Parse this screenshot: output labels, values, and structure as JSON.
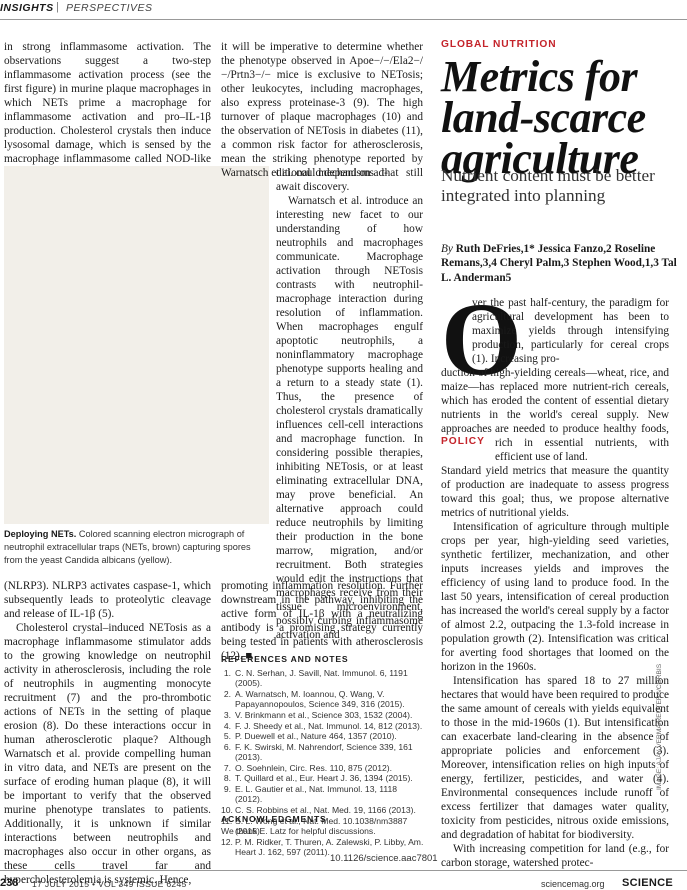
{
  "running_header": {
    "section": "INSIGHTS",
    "separator": "|",
    "subsection": "PERSPECTIVES"
  },
  "col1_top": [
    "in strong inflammasome activation. The observations suggest a two-step inflammasome activation process (see the first figure) in murine plaque macrophages in which NETs prime a macrophage for inflammasome activation and pro–IL-1β production. Cholesterol crystals then induce lysosomal damage, which is sensed by the macrophage inflammasome called NOD-like receptor family, pyrin domain containing 3"
  ],
  "col1_bottom": [
    "(NLRP3). NLRP3 activates caspase-1, which subsequently leads to proteolytic cleavage and release of IL-1β (5).",
    "Cholesterol crystal–induced NETosis as a macrophage inflammasome stimulator adds to the growing knowledge on neutrophil activity in atherosclerosis, including the role of neutrophils in augmenting monocyte recruitment (7) and the pro-thrombotic actions of NETs in the setting of plaque erosion (8). Do these interactions occur in human atherosclerotic plaque? Although Warnatsch et al. provide compelling human in vitro data, and NETs are present on the surface of eroding human plaque (8), it will be important to verify that the observed murine phenotype translates to patients. Additionally, it is unknown if similar interactions between neutrophils and macrophages also occur in other organs, as these cells travel far and hypercholesterolemia is systemic. Hence,"
  ],
  "col2_top": "it will be imperative to determine whether the phenotype observed in Apoe−/−/Ela2−/−/Prtn3−/− mice is exclusive to NETosis; other leukocytes, including macrophages, also express proteinase-3 (9). The high turnover of plaque macrophages (10) and the observation of NETosis in diabetes (11), a common risk factor for atherosclerosis, mean the striking phenotype reported by Warnatsch et al. could depend on ad-",
  "col2_mid": [
    "ditional mechanisms that still await discovery.",
    "Warnatsch et al. introduce an interesting new facet to our understanding of how neutrophils and macrophages communicate. Macrophage activation through NETosis contrasts with neutrophil-macrophage interaction during resolution of inflammation. When macrophages engulf apoptotic neutrophils, a noninflammatory macrophage phenotype supports healing and a return to a steady state (1). Thus, the presence of cholesterol crystals dramatically influences cell-cell interactions and macrophage function. In considering possible therapies, inhibiting NETosis, or at least eliminating extracellular DNA, may prove beneficial. An alternative approach could reduce neutrophils by limiting their production in the bone marrow, migration, and/or recruitment. Both strategies would edit the instructions that macrophages receive from their tissue microenvironment, possibly curbing inflammasome activation and"
  ],
  "col2_bottom": "promoting inflammation resolution. Further downstream in the pathway, inhibiting the active form of IL-1β with a neutralizing antibody is a promising strategy currently being tested in patients with atherosclerosis (12). ■",
  "figure_caption": {
    "label": "Deploying NETs.",
    "text": "Colored scanning electron micrograph of neutrophil extracellular traps (NETs, brown) capturing spores from the yeast Candida albicans (yellow)."
  },
  "references_title": "REFERENCES AND NOTES",
  "references": [
    {
      "n": "1.",
      "text": "C. N. Serhan, J. Savill, Nat. Immunol. 6, 1191 (2005)."
    },
    {
      "n": "2.",
      "text": "A. Warnatsch, M. Ioannou, Q. Wang, V. Papayannopoulos, Science 349, 316 (2015)."
    },
    {
      "n": "3.",
      "text": "V. Brinkmann et al., Science 303, 1532 (2004)."
    },
    {
      "n": "4.",
      "text": "F. J. Sheedy et al., Nat. Immunol. 14, 812 (2013)."
    },
    {
      "n": "5.",
      "text": "P. Duewell et al., Nature 464, 1357 (2010)."
    },
    {
      "n": "6.",
      "text": "F. K. Swirski, M. Nahrendorf, Science 339, 161 (2013)."
    },
    {
      "n": "7.",
      "text": "O. Soehnlein, Circ. Res. 110, 875 (2012)."
    },
    {
      "n": "8.",
      "text": "T. Quillard et al., Eur. Heart J. 36, 1394 (2015)."
    },
    {
      "n": "9.",
      "text": "E. L. Gautier et al., Nat. Immunol. 13, 1118 (2012)."
    },
    {
      "n": "10.",
      "text": "C. S. Robbins et al., Nat. Med. 19, 1166 (2013)."
    },
    {
      "n": "11.",
      "text": "S. L. Wong et al., Nat. Med. 10.1038/nm3887 (2015)."
    },
    {
      "n": "12.",
      "text": "P. M. Ridker, T. Thuren, A. Zalewski, P. Libby, Am. Heart J. 162, 597 (2011)."
    }
  ],
  "ack_title": "ACKNOWLEDGMENTS",
  "ack_text": "We thank E. Latz for helpful discussions.",
  "doi": "10.1126/science.aac7801",
  "article": {
    "kicker": "GLOBAL NUTRITION",
    "title": "Metrics for land-scarce agriculture",
    "dek": "Nutrient content must be better integrated into planning",
    "byline_prefix": "By",
    "authors": "Ruth DeFries,1* Jessica Fanzo,2 Roseline Remans,3,4 Cheryl Palm,3 Stephen Wood,1,3 Tal L. Anderman5",
    "dropcap": "O",
    "tag": "POLICY"
  },
  "col3": {
    "a": "ver the past half-century, the paradigm for agricultural development has been to maximize yields through intensifying production, particularly for cereal crops (1). Increasing pro-",
    "b": "duction of high-yielding cereals—wheat, rice, and maize—has replaced more nutrient-rich cereals, which has eroded the content of essential dietary nutrients in the world's cereal supply. New approaches",
    "c": "are needed to produce healthy foods, rich in essential nutrients, with efficient use of land.",
    "d": [
      "Standard yield metrics that measure the quantity of production are inadequate to assess progress toward this goal; thus, we propose alternative metrics of nutritional yields.",
      "Intensification of agriculture through multiple crops per year, high-yielding seed varieties, synthetic fertilizer, mechanization, and other inputs increases yields and improves the efficiency of using land to produce food. In the last 50 years, intensification of cereal production has increased the world's cereal supply by a factor of almost 2.2, outpacing the 1.3-fold increase in population growth (2). Intensification was critical for averting food shortages that loomed on the horizon in the 1960s.",
      "Intensification has spared 18 to 27 million hectares that would have been required to produce the same amount of cereals with yields equivalent to those in the mid-1960s (1). But intensification can exacerbate land-clearing in the absence of appropriate policies and enforcement (3). Moreover, intensification relies on high inputs of energy, fertilizer, pesticides, and water (4). Environmental consequences include runoff of excess fertilizer that damages water quality, toxicity from pesticides, nitrous oxide emissions, and degradation of habitat for biodiversity.",
      "With increasing competition for land (e.g., for carbon storage, watershed protec-"
    ]
  },
  "image_credit": "IMAGE: AJAY VERMA/REUTERS/CORBIS",
  "footer": {
    "page": "238",
    "date_issue": "17 JULY 2015 • VOL 349 ISSUE 6245",
    "site": "sciencemag.org",
    "journal": "SCIENCE"
  },
  "colors": {
    "accent": "#c4232a",
    "text": "#1a1a1a"
  }
}
